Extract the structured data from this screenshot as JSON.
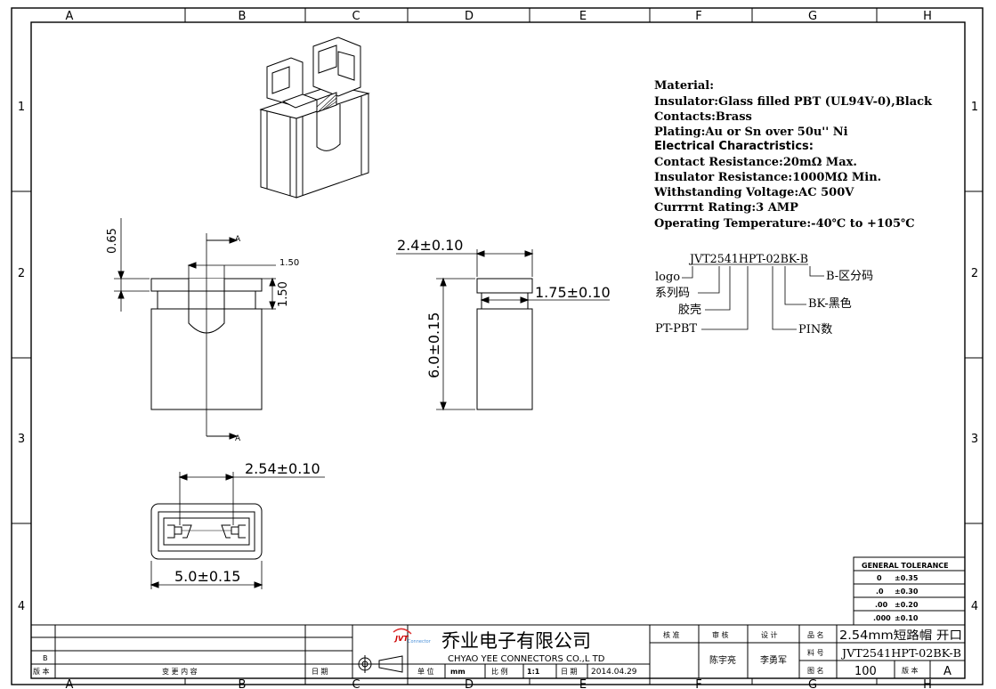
{
  "frame": {
    "columns": [
      "A",
      "B",
      "C",
      "D",
      "E",
      "F",
      "G",
      "H"
    ],
    "rows": [
      "1",
      "2",
      "3",
      "4"
    ]
  },
  "notes": {
    "lines": [
      "Material:",
      "Insulator:Glass filled PBT (UL94V-0),Black",
      "Contacts:Brass",
      "Plating:Au or Sn over 50u'' Ni",
      "Electrical Charactristics:",
      "Contact Resistance:20mΩ Max.",
      "Insulator Resistance:1000MΩ Min.",
      "Withstanding Voltage:AC 500V",
      "Currrnt Rating:3 AMP",
      "Operating Temperature:-40℃ to +105℃"
    ]
  },
  "part_code": {
    "code": "JVT2541HPT-02BK-B",
    "labels": {
      "logo": "logo",
      "series": "系列码",
      "housing": "胶壳",
      "material": "PT-PBT",
      "suffix": "B-区分码",
      "color": "BK-黑色",
      "pins": "PIN数"
    }
  },
  "front_view": {
    "dim_top": "0.65",
    "dim_width": "1.50",
    "dim_height": "1.50",
    "section_mark": "A"
  },
  "side_view": {
    "dim_top": "2.4±0.10",
    "dim_mid": "1.75±0.10",
    "dim_height": "6.0±0.15"
  },
  "bottom_view": {
    "dim_pitch": "2.54±0.10",
    "dim_width": "5.0±0.15"
  },
  "tolerance": {
    "title": "GENERAL TOLERANCE",
    "rows": [
      {
        "digits": "0",
        "tol": "±0.35"
      },
      {
        "digits": ".0",
        "tol": "±0.30"
      },
      {
        "digits": ".00",
        "tol": "±0.20"
      },
      {
        "digits": ".000",
        "tol": "±0.10"
      }
    ]
  },
  "title_block": {
    "company_cn": "乔业电子有限公司",
    "company_en": "CHYAO YEE CONNECTORS CO.,L TD",
    "logo_text": "JVT",
    "logo_sub": "Connector",
    "rev_label": "版 本",
    "change_label": "变 更 内 容",
    "date_label": "日 期",
    "rev_b": "B",
    "unit_label": "单 位",
    "unit_value": "mm",
    "scale_label": "比 例",
    "scale_value": "1:1",
    "date2_label": "日 期",
    "date_value": "2014.04.29",
    "check_label": "核 准",
    "review_label": "审 核",
    "design_label": "设 计",
    "reviewer": "陈宇亮",
    "designer": "李勇军",
    "name_label": "品 名",
    "name_value": "2.54mm短路帽 开口",
    "part_label": "料 号",
    "part_value": "JVT2541HPT-02BK-B",
    "drawing_label": "图 名",
    "drawing_value": "100",
    "version_label": "版 本",
    "version_value": "A"
  }
}
